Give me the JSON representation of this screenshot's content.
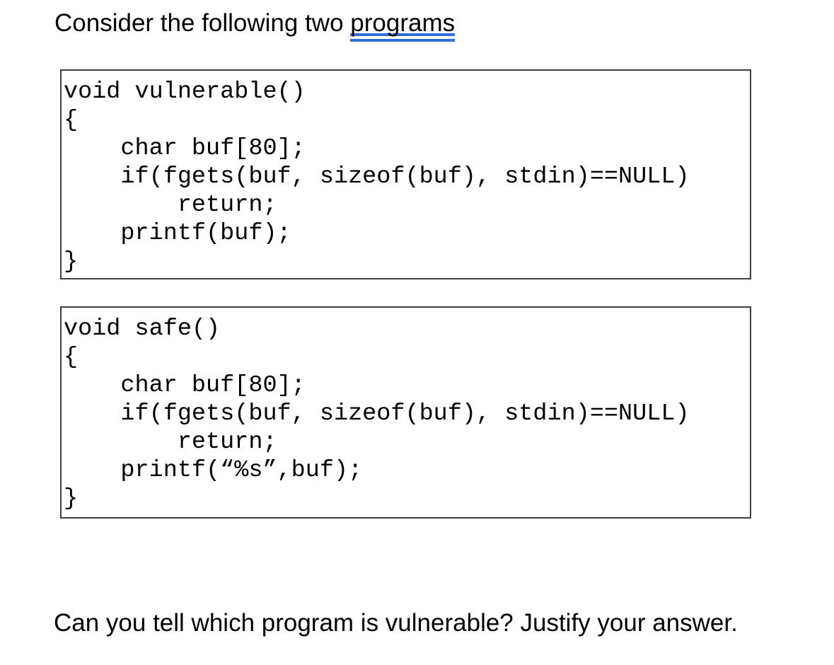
{
  "slide": {
    "title": {
      "prefix": "Consider the following two ",
      "underlined_word": "programs"
    },
    "underline_color": "#2f6cd4",
    "code_blocks": [
      {
        "id": "vulnerable",
        "text": "void vulnerable()\n{\n    char buf[80];\n    if(fgets(buf, sizeof(buf), stdin)==NULL)\n        return;\n    printf(buf);\n}"
      },
      {
        "id": "safe",
        "text": "void safe()\n{\n    char buf[80];\n    if(fgets(buf, sizeof(buf), stdin)==NULL)\n        return;\n    printf(“%s”,buf);\n}"
      }
    ],
    "question": "Can you tell which program is vulnerable? Justify your answer."
  }
}
